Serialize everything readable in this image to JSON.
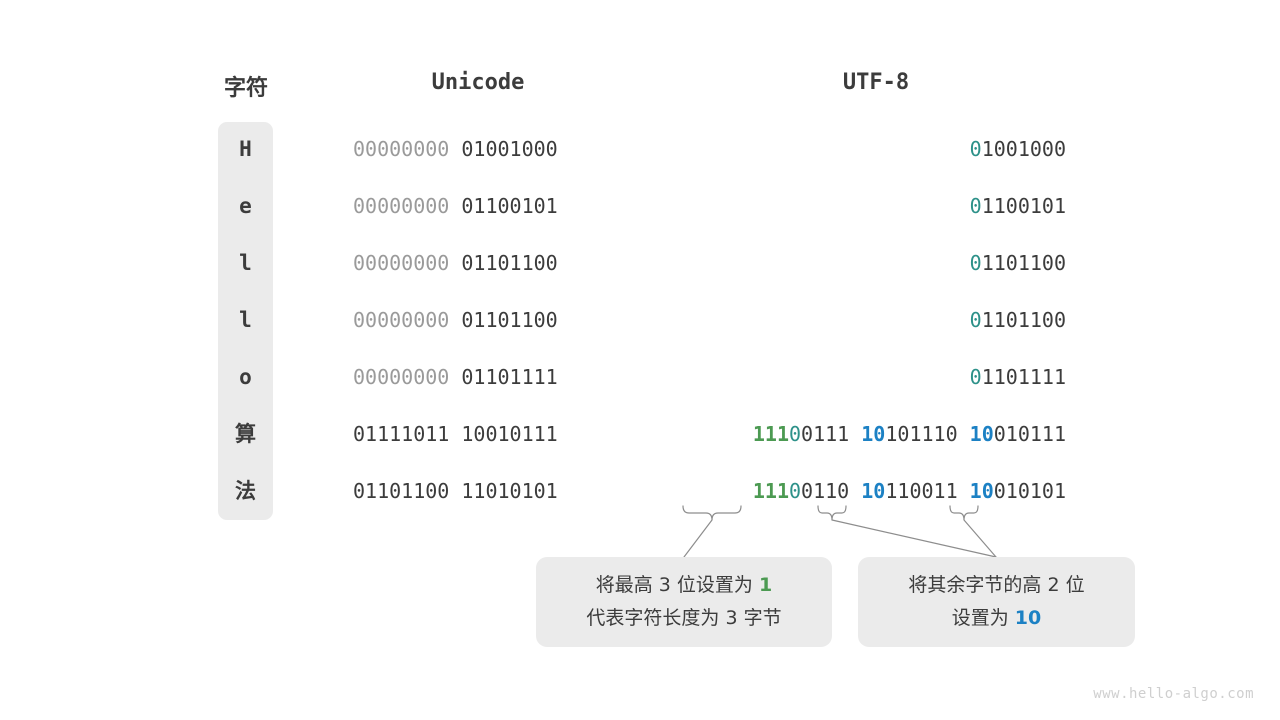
{
  "diagram": {
    "title": "Unicode to UTF-8 encoding",
    "watermark": "www.hello-algo.com",
    "colors": {
      "text": "#3c3c3c",
      "dim": "#9a9a9a",
      "teal": "#2d9189",
      "green": "#4c9a52",
      "blue": "#1c81c4",
      "cell_bg": "#ebebeb",
      "background": "#ffffff"
    }
  },
  "headers": {
    "char": "字符",
    "unicode": "Unicode",
    "utf8": "UTF-8"
  },
  "rows": [
    {
      "char": "H",
      "is_cjk": false,
      "unicode_bytes": [
        {
          "text": "00000000",
          "style": "dim"
        },
        {
          "text": "01001000",
          "style": "dark"
        }
      ],
      "utf8_bytes": [
        {
          "segments": [
            {
              "text": "0",
              "style": "teal"
            },
            {
              "text": "1001000",
              "style": "dark"
            }
          ]
        }
      ]
    },
    {
      "char": "e",
      "is_cjk": false,
      "unicode_bytes": [
        {
          "text": "00000000",
          "style": "dim"
        },
        {
          "text": "01100101",
          "style": "dark"
        }
      ],
      "utf8_bytes": [
        {
          "segments": [
            {
              "text": "0",
              "style": "teal"
            },
            {
              "text": "1100101",
              "style": "dark"
            }
          ]
        }
      ]
    },
    {
      "char": "l",
      "is_cjk": false,
      "unicode_bytes": [
        {
          "text": "00000000",
          "style": "dim"
        },
        {
          "text": "01101100",
          "style": "dark"
        }
      ],
      "utf8_bytes": [
        {
          "segments": [
            {
              "text": "0",
              "style": "teal"
            },
            {
              "text": "1101100",
              "style": "dark"
            }
          ]
        }
      ]
    },
    {
      "char": "l",
      "is_cjk": false,
      "unicode_bytes": [
        {
          "text": "00000000",
          "style": "dim"
        },
        {
          "text": "01101100",
          "style": "dark"
        }
      ],
      "utf8_bytes": [
        {
          "segments": [
            {
              "text": "0",
              "style": "teal"
            },
            {
              "text": "1101100",
              "style": "dark"
            }
          ]
        }
      ]
    },
    {
      "char": "o",
      "is_cjk": false,
      "unicode_bytes": [
        {
          "text": "00000000",
          "style": "dim"
        },
        {
          "text": "01101111",
          "style": "dark"
        }
      ],
      "utf8_bytes": [
        {
          "segments": [
            {
              "text": "0",
              "style": "teal"
            },
            {
              "text": "1101111",
              "style": "dark"
            }
          ]
        }
      ]
    },
    {
      "char": "算",
      "is_cjk": true,
      "unicode_bytes": [
        {
          "text": "01111011",
          "style": "dark"
        },
        {
          "text": "10010111",
          "style": "dark"
        }
      ],
      "utf8_bytes": [
        {
          "segments": [
            {
              "text": "111",
              "style": "green"
            },
            {
              "text": "0",
              "style": "teal"
            },
            {
              "text": "0111",
              "style": "dark"
            }
          ]
        },
        {
          "segments": [
            {
              "text": "10",
              "style": "blue"
            },
            {
              "text": "101110",
              "style": "dark"
            }
          ]
        },
        {
          "segments": [
            {
              "text": "10",
              "style": "blue"
            },
            {
              "text": "010111",
              "style": "dark"
            }
          ]
        }
      ]
    },
    {
      "char": "法",
      "is_cjk": true,
      "unicode_bytes": [
        {
          "text": "01101100",
          "style": "dark"
        },
        {
          "text": "11010101",
          "style": "dark"
        }
      ],
      "utf8_bytes": [
        {
          "segments": [
            {
              "text": "111",
              "style": "green"
            },
            {
              "text": "0",
              "style": "teal"
            },
            {
              "text": "0110",
              "style": "dark"
            }
          ]
        },
        {
          "segments": [
            {
              "text": "10",
              "style": "blue"
            },
            {
              "text": "110011",
              "style": "dark"
            }
          ]
        },
        {
          "segments": [
            {
              "text": "10",
              "style": "blue"
            },
            {
              "text": "010101",
              "style": "dark"
            }
          ]
        }
      ]
    }
  ],
  "callouts": [
    {
      "id": "leading-byte-note",
      "lines": [
        [
          {
            "text": "将最高 3 位设置为 ",
            "style": "plain"
          },
          {
            "text": "1",
            "style": "green"
          }
        ],
        [
          {
            "text": "代表字符长度为 3 字节",
            "style": "plain"
          }
        ]
      ]
    },
    {
      "id": "continuation-byte-note",
      "lines": [
        [
          {
            "text": "将其余字节的高 2 位",
            "style": "plain"
          }
        ],
        [
          {
            "text": "设置为 ",
            "style": "plain"
          },
          {
            "text": "10",
            "style": "blue"
          }
        ]
      ]
    }
  ]
}
